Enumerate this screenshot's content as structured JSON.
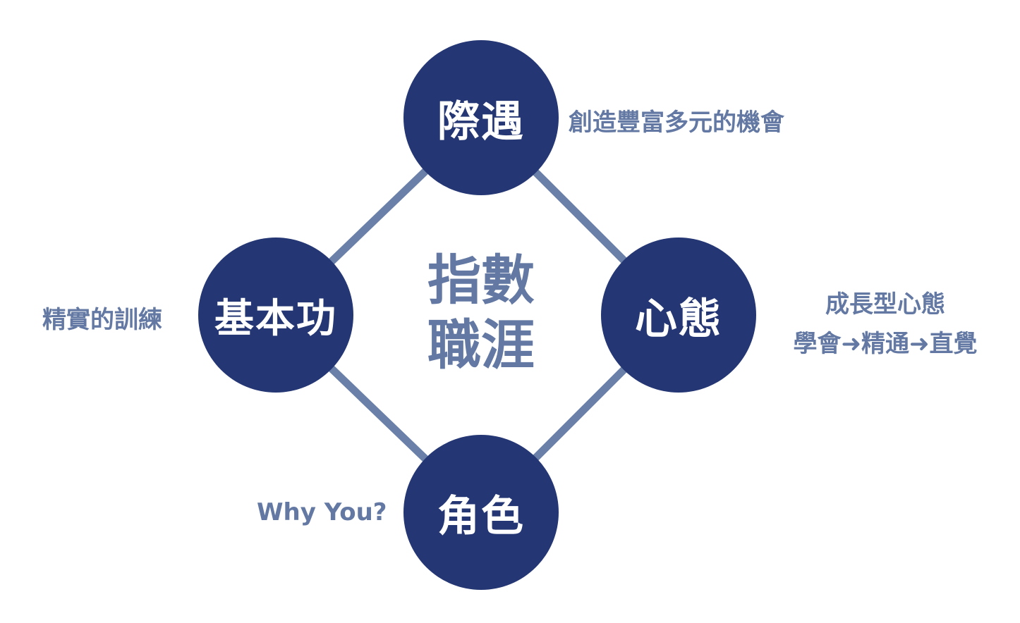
{
  "center_title": {
    "line1": "指數",
    "line2": "職涯"
  },
  "nodes": {
    "top": {
      "label": "際遇",
      "note": "創造豐富多元的機會"
    },
    "left": {
      "label": "基本功",
      "note": "精實的訓練"
    },
    "right": {
      "label": "心態",
      "note_line1": "成長型心態",
      "note_line2": "學會➜精通➜直覺"
    },
    "bottom": {
      "label": "角色",
      "note": "Why You?"
    }
  },
  "colors": {
    "node": "#243673",
    "connector": "#6a80a8",
    "text": "#6379a3"
  }
}
